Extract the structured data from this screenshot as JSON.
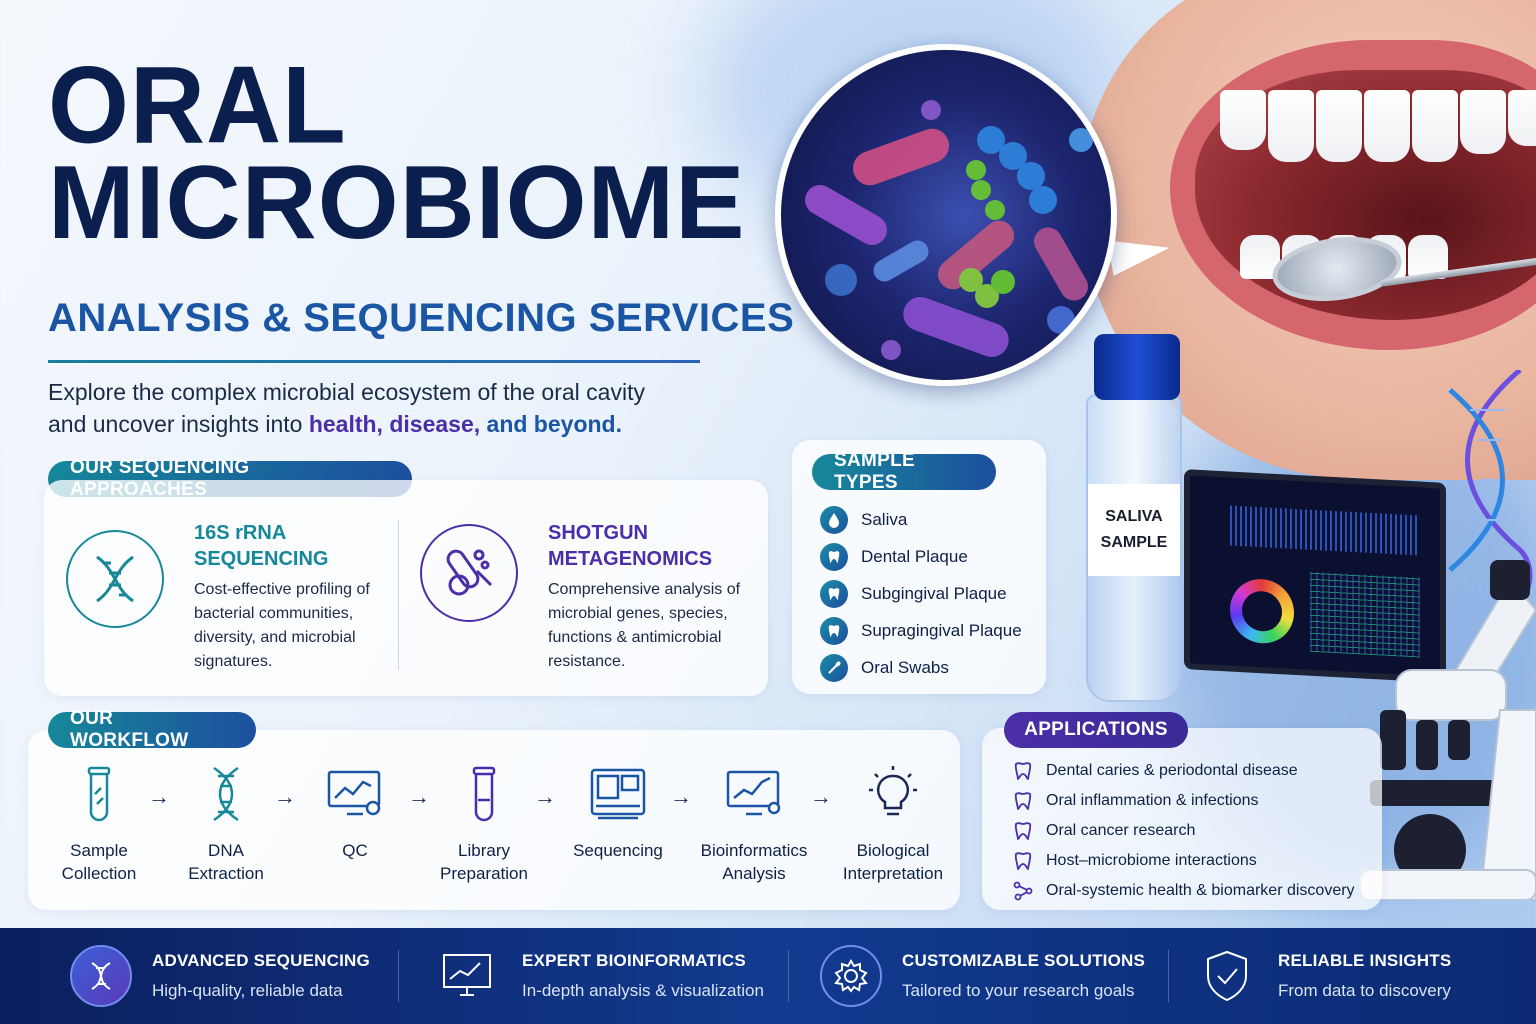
{
  "title": {
    "line1": "ORAL",
    "line2": "MICROBIOME"
  },
  "subtitle": "ANALYSIS & SEQUENCING SERVICES",
  "intro": {
    "text1": "Explore the complex microbial ecosystem of the oral cavity",
    "text2": "and uncover insights into ",
    "highlight1": "health, disease,",
    "highlight2": " and beyond."
  },
  "approaches": {
    "heading": "OUR SEQUENCING APPROACHES",
    "items": [
      {
        "title_line1": "16S rRNA",
        "title_line2": "SEQUENCING",
        "desc": "Cost-effective profiling of bacterial communities, diversity, and microbial signatures.",
        "icon": "dna-icon",
        "color": "#16889a"
      },
      {
        "title_line1": "SHOTGUN",
        "title_line2": "METAGENOMICS",
        "desc": "Comprehensive analysis of microbial genes, species, functions & antimicrobial resistance.",
        "icon": "bacteria-icon",
        "color": "#4b2ea8"
      }
    ]
  },
  "samples": {
    "heading": "SAMPLE TYPES",
    "items": [
      {
        "label": "Saliva",
        "icon": "droplet-icon"
      },
      {
        "label": "Dental Plaque",
        "icon": "tooth-icon"
      },
      {
        "label": "Subgingival Plaque",
        "icon": "tooth-icon"
      },
      {
        "label": "Supragingival Plaque",
        "icon": "tooth-icon"
      },
      {
        "label": "Oral Swabs",
        "icon": "swab-icon"
      }
    ]
  },
  "workflow": {
    "heading": "OUR WORKFLOW",
    "steps": [
      {
        "line1": "Sample",
        "line2": "Collection",
        "icon": "test-tube-icon"
      },
      {
        "line1": "DNA",
        "line2": "Extraction",
        "icon": "dna-icon"
      },
      {
        "line1": "QC",
        "line2": "",
        "icon": "monitor-chart-icon"
      },
      {
        "line1": "Library",
        "line2": "Preparation",
        "icon": "test-tube-icon"
      },
      {
        "line1": "Sequencing",
        "line2": "",
        "icon": "sequencer-icon"
      },
      {
        "line1": "Bioinformatics",
        "line2": "Analysis",
        "icon": "monitor-chart-icon"
      },
      {
        "line1": "Biological",
        "line2": "Interpretation",
        "icon": "lightbulb-icon"
      }
    ],
    "arrow": "→"
  },
  "applications": {
    "heading": "APPLICATIONS",
    "items": [
      "Dental caries & periodontal disease",
      "Oral inflammation & infections",
      "Oral cancer research",
      "Host–microbiome interactions",
      "Oral-systemic health & biomarker discovery"
    ]
  },
  "vial_label": {
    "line1": "SALIVA",
    "line2": "SAMPLE"
  },
  "features": [
    {
      "title": "ADVANCED SEQUENCING",
      "sub": "High-quality, reliable data",
      "icon": "dna-icon"
    },
    {
      "title": "EXPERT BIOINFORMATICS",
      "sub": "In-depth analysis & visualization",
      "icon": "monitor-chart-icon"
    },
    {
      "title": "CUSTOMIZABLE SOLUTIONS",
      "sub": "Tailored to your research goals",
      "icon": "gear-icon"
    },
    {
      "title": "RELIABLE INSIGHTS",
      "sub": "From data to discovery",
      "icon": "shield-check-icon"
    }
  ],
  "colors": {
    "navy": "#0b1f4e",
    "teal": "#16889a",
    "purple": "#4b2ea8",
    "blue": "#1a56a3"
  }
}
